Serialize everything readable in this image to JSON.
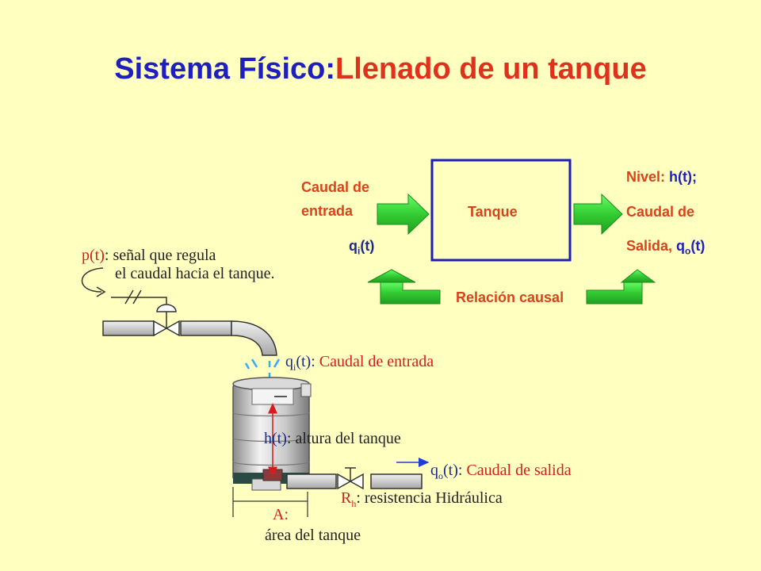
{
  "title": {
    "part1": "Sistema Físico:",
    "part2": "Llenado de un tanque"
  },
  "block": {
    "input_line1": "Caudal de",
    "input_line2": "entrada",
    "input_symbol": "q",
    "input_symbol_sub": "i",
    "input_symbol_arg": "(t)",
    "box_label": "Tanque",
    "output_line1_label": "Nivel: ",
    "output_line1_value": "h(t);",
    "output_line2": "Caudal de",
    "output_line3_label": "Salida, ",
    "output_line3_symbol": "q",
    "output_line3_sub": "o",
    "output_line3_arg": "(t)",
    "causal_label": "Relación causal"
  },
  "schematic": {
    "p_symbol": "p(t)",
    "p_text1": ": señal que regula",
    "p_text2": "el caudal hacia el tanque.",
    "qi_symbol": "q",
    "qi_sub": "i",
    "qi_arg": "(t):",
    "qi_text": " Caudal de entrada",
    "h_symbol": "h(t)",
    "h_text": ": altura del tanque",
    "qo_symbol": "q",
    "qo_sub": "o",
    "qo_arg": "(t):",
    "qo_text": " Caudal de salida",
    "r_symbol": "R",
    "r_sub": "h",
    "r_text": ": resistencia Hidráulica",
    "a_symbol": "A:",
    "a_text": "área del tanque"
  },
  "colors": {
    "background": "#FFFFC0",
    "title_blue": "#1F1FBF",
    "title_red": "#E0301E",
    "arrow_green": "#33CC33",
    "label_orange": "#D9431C",
    "schematic_red": "#D21E1E"
  }
}
